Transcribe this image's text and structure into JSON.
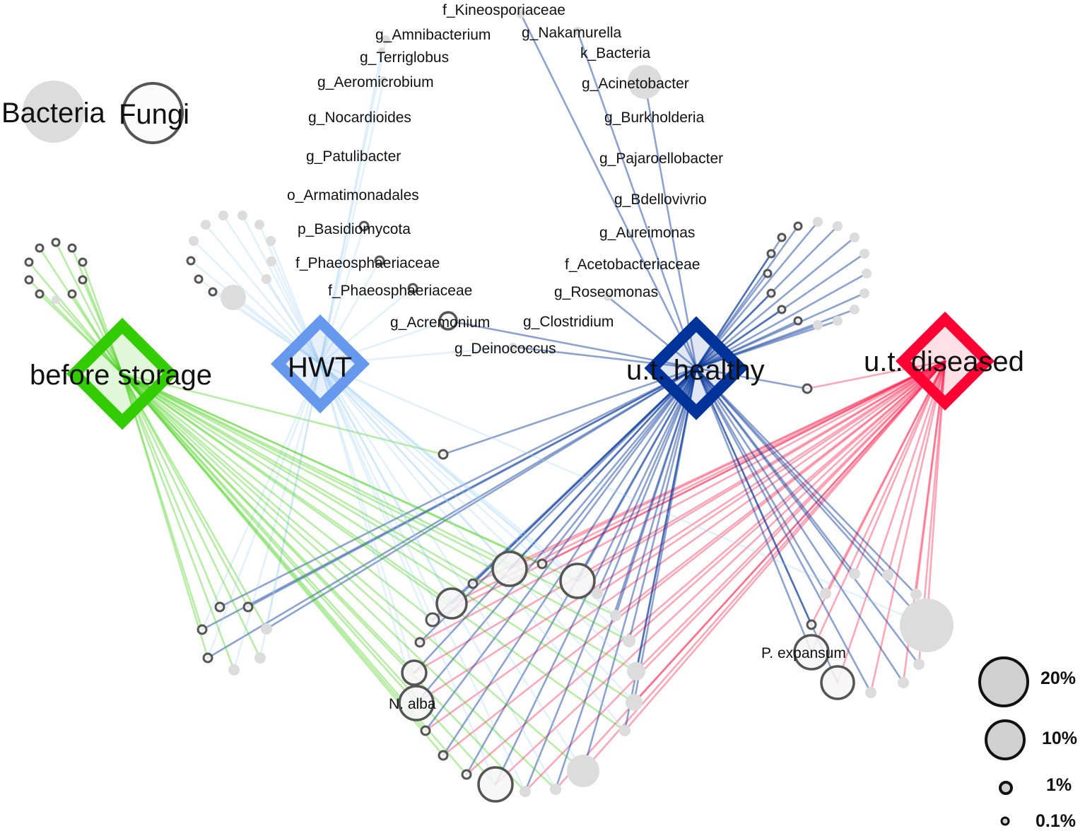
{
  "colors": {
    "before_storage": "#33cc00",
    "hwt": "#6699ee",
    "ut_healthy": "#003399",
    "ut_diseased": "#ff0033",
    "bacteria_fill": "#dcdcdc",
    "fungi_stroke": "#555555"
  },
  "legend": {
    "bacteria": "Bacteria",
    "fungi": "Fungi"
  },
  "hubs": [
    {
      "id": "before_storage",
      "label": "before storage"
    },
    {
      "id": "hwt",
      "label": "HWT"
    },
    {
      "id": "ut_healthy",
      "label": "u.t. healthy"
    },
    {
      "id": "ut_diseased",
      "label": "u.t. diseased"
    }
  ],
  "taxa_labels": [
    "f_Kineosporiaceae",
    "g_Amnibacterium",
    "g_Nakamurella",
    "g_Terriglobus",
    "k_Bacteria",
    "g_Aeromicrobium",
    "g_Acinetobacter",
    "g_Nocardioides",
    "g_Burkholderia",
    "g_Patulibacter",
    "g_Pajaroellobacter",
    "o_Armatimonadales",
    "g_Bdellovivrio",
    "p_Basidiomycota",
    "g_Aureimonas",
    "f_Phaeosphaeriaceae",
    "f_Acetobacteriaceae",
    "f_Phaeosphaeriaceae",
    "g_Roseomonas",
    "g_Acremonium",
    "g_Clostridium",
    "g_Deinococcus",
    "N. alba",
    "P. expansum"
  ],
  "size_legend": [
    "20%",
    "10%",
    "1%",
    "0.1%"
  ]
}
